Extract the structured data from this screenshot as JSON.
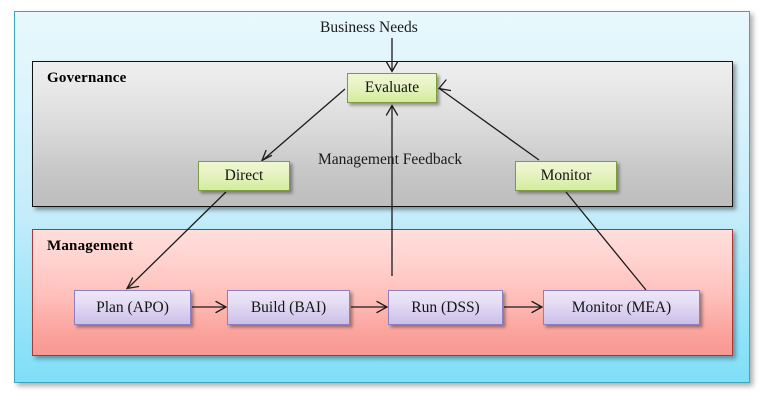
{
  "diagram": {
    "title_label": "Business Needs",
    "feedback_label": "Management Feedback",
    "outer": {
      "border_color": "#3aa7bf",
      "fill_top": "#e8f8fd",
      "fill_bottom": "#80def7"
    },
    "governance": {
      "title": "Governance",
      "border_color": "#111111",
      "fill_top": "#eeeeee",
      "fill_bottom": "#bdbdbd",
      "nodes": [
        {
          "id": "evaluate",
          "label": "Evaluate"
        },
        {
          "id": "direct",
          "label": "Direct"
        },
        {
          "id": "monitor",
          "label": "Monitor"
        }
      ]
    },
    "management": {
      "title": "Management",
      "border_color": "#a33a35",
      "fill_top": "#ffdedc",
      "fill_bottom": "#f89791",
      "nodes": [
        {
          "id": "plan",
          "label": "Plan (APO)"
        },
        {
          "id": "build",
          "label": "Build (BAI)"
        },
        {
          "id": "run",
          "label": "Run (DSS)"
        },
        {
          "id": "mea",
          "label": "Monitor (MEA)"
        }
      ]
    },
    "node_styles": {
      "green_border": "#7d9b41",
      "green_fill_top": "#eef7d2",
      "green_fill_bottom": "#d4eb9d",
      "purple_border": "#8d7fc0",
      "purple_fill_top": "#ece7f7",
      "purple_fill_bottom": "#cbbfe8"
    },
    "connections": [
      {
        "from": "business-needs",
        "to": "evaluate",
        "kind": "arrow-down"
      },
      {
        "from": "evaluate",
        "to": "direct",
        "kind": "arrow-diagonal"
      },
      {
        "from": "direct",
        "to": "plan",
        "kind": "arrow-diagonal"
      },
      {
        "from": "plan",
        "to": "build",
        "kind": "arrow-right"
      },
      {
        "from": "build",
        "to": "run",
        "kind": "arrow-right"
      },
      {
        "from": "run",
        "to": "mea",
        "kind": "arrow-right"
      },
      {
        "from": "mea",
        "to": "monitor",
        "kind": "line-diagonal"
      },
      {
        "from": "monitor",
        "to": "evaluate",
        "kind": "arrow-diagonal"
      },
      {
        "from": "run",
        "to": "evaluate",
        "kind": "arrow-up-feedback"
      }
    ]
  }
}
